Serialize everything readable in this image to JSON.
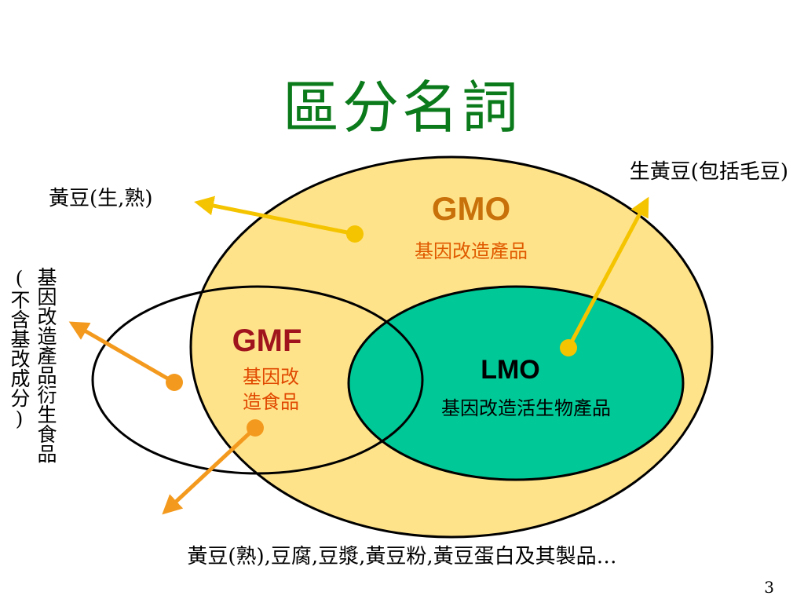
{
  "title": "區分名詞",
  "gmo": {
    "label": "GMO",
    "description": "基因改造產品"
  },
  "gmf": {
    "label": "GMF",
    "description_line1": "基因改",
    "description_line2": "造食品"
  },
  "lmo": {
    "label": "LMO",
    "description": "基因改造活生物產品"
  },
  "annotations": {
    "top_left": "黃豆(生,熟)",
    "top_right": "生黃豆(包括毛豆)",
    "left_col_a": "基因改造產品衍生食品",
    "left_col_b": "(不含基改成分)",
    "bottom": "黃豆(熟),豆腐,豆漿,黃豆粉,黃豆蛋白及其製品…"
  },
  "page_number": "3",
  "colors": {
    "title": "#0a7a1a",
    "gmo_fill": "#ffe38a",
    "lmo_fill": "#00c896",
    "gmo_text": "#c8700a",
    "gmf_text": "#a0141e",
    "arrow_yellow": "#f5c400",
    "arrow_orange": "#f39a1e"
  }
}
